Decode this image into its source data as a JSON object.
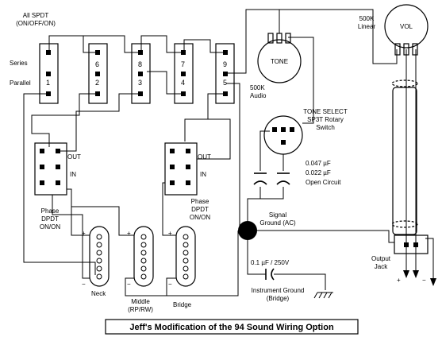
{
  "labels": {
    "spdt_switches": "All SPDT\n(ON/OFF/ON)",
    "series": "Series",
    "parallel": "Parallel",
    "tone": "TONE",
    "vol": "VOL",
    "pot_linear": "500K\nLinear",
    "pot_audio": "500K\nAudio",
    "tone_select": "TONE SELECT\nSP3T Rotary\nSwitch",
    "cap_047": "0.047 µF",
    "cap_022": "0.022 µF",
    "open_circuit": "Open Circuit",
    "out_left": "OUT",
    "in_left": "IN",
    "out_right": "OUT",
    "in_right": "IN",
    "phase_left": "Phase\nDPDT\nON/ON",
    "phase_right": "Phase\nDPDT\nON/ON",
    "signal_ground": "Signal\nGround (AC)",
    "cap_01": "0.1 µF / 250V",
    "instrument_ground": "Instrument Ground\n(Bridge)",
    "output_jack": "Output\nJack",
    "neck": "Neck",
    "middle": "Middle\n(RP/RW)",
    "bridge": "Bridge",
    "plus": "+",
    "minus": "−",
    "title": "Jeff's Modification of the 94 Sound Wiring Option"
  },
  "switch_numbers": [
    "1",
    "2",
    "3",
    "4",
    "5",
    "6",
    "7",
    "8",
    "9"
  ]
}
